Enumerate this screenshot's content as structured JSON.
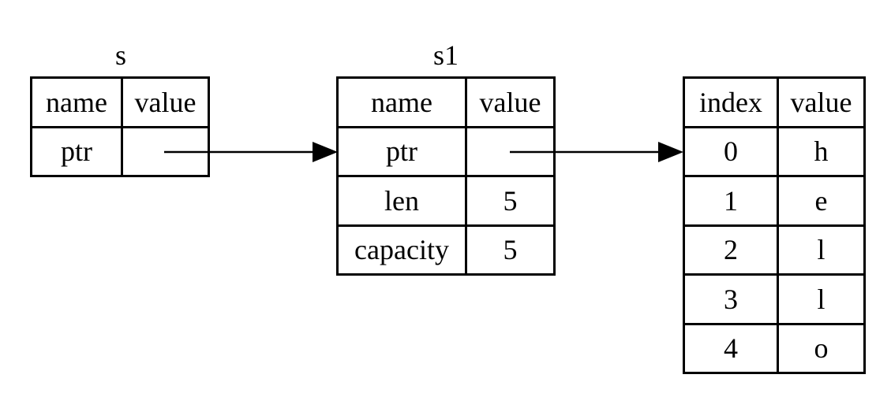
{
  "variables": {
    "s": {
      "title": "s",
      "headers": [
        "name",
        "value"
      ],
      "rows": [
        [
          "ptr",
          ""
        ]
      ]
    },
    "s1": {
      "title": "s1",
      "headers": [
        "name",
        "value"
      ],
      "rows": [
        [
          "ptr",
          ""
        ],
        [
          "len",
          "5"
        ],
        [
          "capacity",
          "5"
        ]
      ]
    }
  },
  "heap": {
    "headers": [
      "index",
      "value"
    ],
    "rows": [
      [
        "0",
        "h"
      ],
      [
        "1",
        "e"
      ],
      [
        "2",
        "l"
      ],
      [
        "3",
        "l"
      ],
      [
        "4",
        "o"
      ]
    ]
  }
}
